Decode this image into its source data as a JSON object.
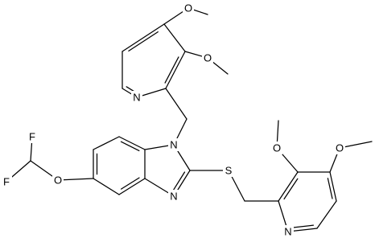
{
  "molecule": {
    "atoms": {
      "O1": "O",
      "O2": "O",
      "N_py1": "N",
      "N1": "N",
      "F1": "F",
      "F2": "F",
      "O_ether": "O",
      "N3": "N",
      "S": "S",
      "O3": "O",
      "O4": "O",
      "N_py2": "N"
    },
    "colors": {
      "bond": "#000000",
      "label": "#000000",
      "background": "#ffffff"
    }
  }
}
